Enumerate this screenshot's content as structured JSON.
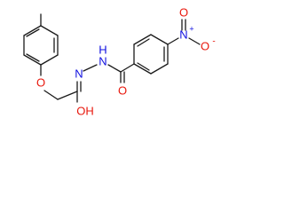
{
  "molecule": {
    "atoms": {
      "o_ether": {
        "text": "O",
        "color": "#e8170c"
      },
      "n_hydrazone": {
        "text": "N",
        "color": "#1010e0"
      },
      "oh": {
        "text": "OH",
        "color": "#e8170c"
      },
      "nh": {
        "text": "N",
        "color": "#1010e0"
      },
      "h_nh": {
        "text": "H",
        "color": "#1010e0"
      },
      "o_carbonyl": {
        "text": "O",
        "color": "#e8170c"
      },
      "n_nitro": {
        "text": "N",
        "color": "#1010e0"
      },
      "n_nitro_charge": {
        "text": "+",
        "color": "#1010e0"
      },
      "o_nitro_top": {
        "text": "O",
        "color": "#e8170c"
      },
      "o_nitro_bottom": {
        "text": "O",
        "color": "#e8170c"
      },
      "o_nitro_charge": {
        "text": "-",
        "color": "#e8170c"
      }
    },
    "bond_color": "#1a1a1a"
  }
}
